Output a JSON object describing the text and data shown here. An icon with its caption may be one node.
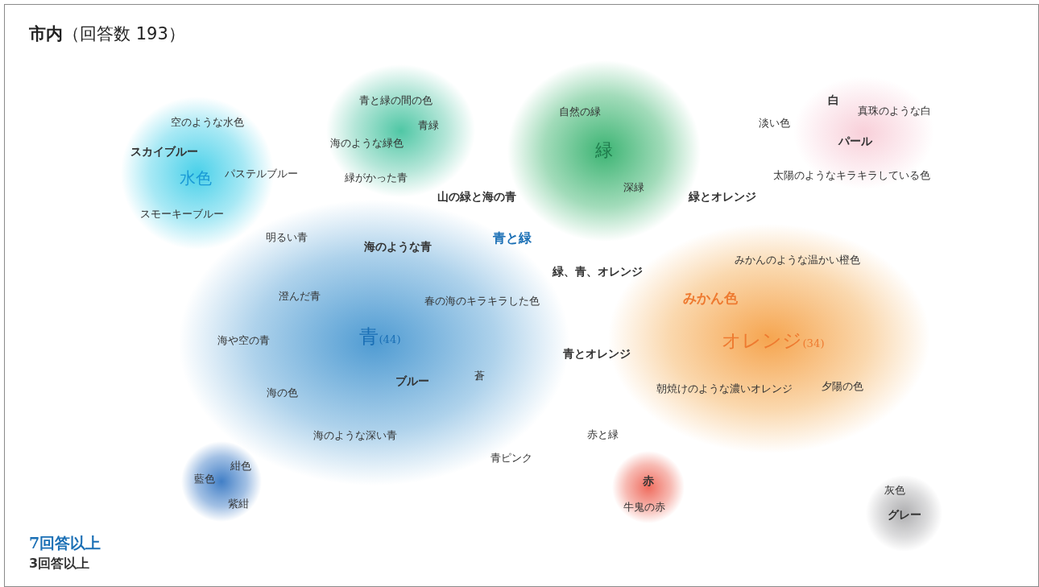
{
  "diagram": {
    "title": "**市内**（回答数 193）",
    "nodes": [
      {
        "text": [
          "空のような水色",
          "スカイブルー",
          "水色",
          "スモーキーブルー"
        ]
      },
      {
        "text": [
          "青と緑の間の色",
          "青緑",
          "海のような緑色",
          "緑がかった青"
        ]
      },
      {
        "text": [
          "自然の緑",
          "緑",
          "深緑"
        ]
      },
      {
        "text": [
          "白",
          "真珠のような白",
          "パール"
        ]
      },
      {
        "text": [
          "明るい青",
          "海のような青",
          "澄んだ青",
          "春の海のキラキラした色",
          "海や空の青",
          "青$_{(44)}$",
          "ブルー",
          "蒼",
          "海の色",
          "海のような深い青"
        ]
      },
      {
        "text": [
          "みかんのような温かい橙色",
          "みかん色",
          "オレンジ$_{(34)}$",
          "朝焼けのような濃いオレンジ",
          "夕陽の色"
        ]
      },
      {
        "text": [
          "紺色",
          "藍色",
          "紫紺"
        ]
      },
      {
        "text": [
          "赤",
          "牛鬼の赤"
        ]
      },
      {
        "text": [
          "灰色",
          "グレー"
        ]
      }
    ],
    "labels": [
      "パステルブルー",
      "山の緑と海の青",
      "緑とオレンジ",
      "淡い色",
      "太陽のようなキラキラしている色",
      "青と緑",
      "緑、青、オレンジ",
      "青とオレンジ",
      "赤と緑",
      "青ピンク",
      "7回答以上",
      "3回答以上"
    ]
  }
}
